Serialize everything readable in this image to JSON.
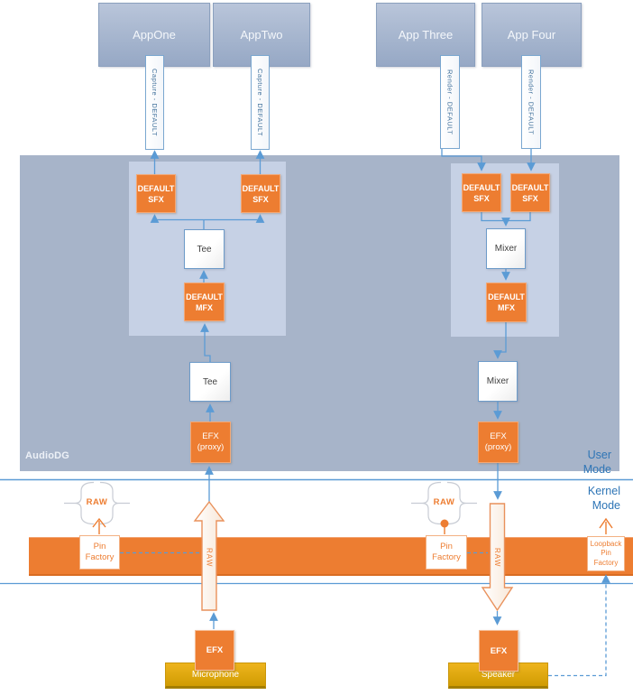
{
  "apps": [
    {
      "name": "AppOne",
      "stream": "Capture - DEFAULT"
    },
    {
      "name": "AppTwo",
      "stream": "Capture - DEFAULT"
    },
    {
      "name": "App Three",
      "stream": "Render - DEFAULT"
    },
    {
      "name": "App Four",
      "stream": "Render - DEFAULT"
    }
  ],
  "audiodg": {
    "label": "AudioDG",
    "capture": {
      "sfx_left": "DEFAULT\nSFX",
      "sfx_right": "DEFAULT\nSFX",
      "tee_top": "Tee",
      "mfx": "DEFAULT\nMFX",
      "tee_bottom": "Tee",
      "efx_proxy": "EFX\n(proxy)"
    },
    "render": {
      "sfx_left": "DEFAULT\nSFX",
      "sfx_right": "DEFAULT\nSFX",
      "mixer_top": "Mixer",
      "mfx": "DEFAULT\nMFX",
      "mixer_bottom": "Mixer",
      "efx_proxy": "EFX\n(proxy)"
    }
  },
  "modes": {
    "user": "User\nMode",
    "kernel": "Kernel\nMode"
  },
  "kernel": {
    "capture_raw_badge": "RAW",
    "capture_pin_factory": "Pin\nFactory",
    "capture_stream": "RAW",
    "render_raw_badge": "RAW",
    "render_pin_factory": "Pin\nFactory",
    "render_stream": "RAW",
    "loopback_pin_factory": "Loopback\nPin\nFactory"
  },
  "devices": {
    "microphone": {
      "efx": "EFX",
      "name": "Microphone"
    },
    "speaker": {
      "efx": "EFX",
      "name": "Speaker"
    }
  },
  "colors": {
    "accent_orange": "#ED7D31",
    "accent_blue": "#5B9BD5",
    "mode_text_blue": "#2E75B6",
    "audiodg_panel": "#A7B4C9",
    "inner_panel": "#C6D1E5",
    "app_box": "#A3B2CC",
    "device_gold": "#D09C02"
  }
}
